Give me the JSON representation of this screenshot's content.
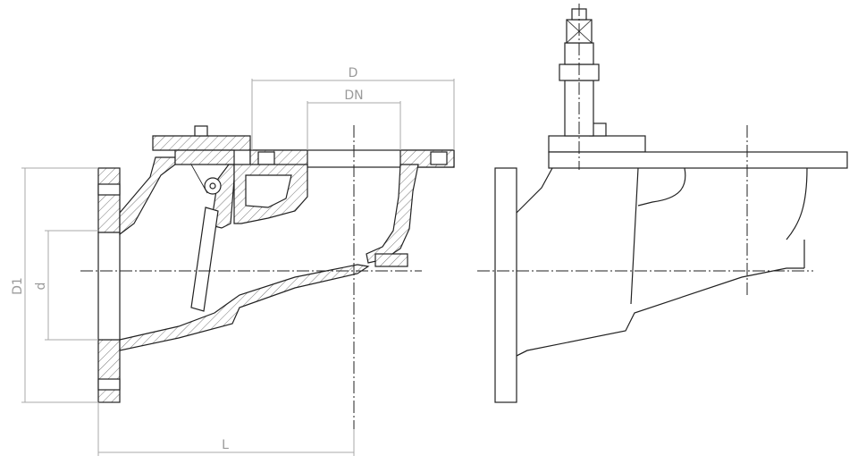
{
  "dimensions": {
    "D": "D",
    "DN": "DN",
    "D1": "D1",
    "d": "d",
    "L": "L"
  },
  "colors": {
    "outline": "#222222",
    "dimension": "#9a9a9a",
    "hatch": "#777777"
  }
}
